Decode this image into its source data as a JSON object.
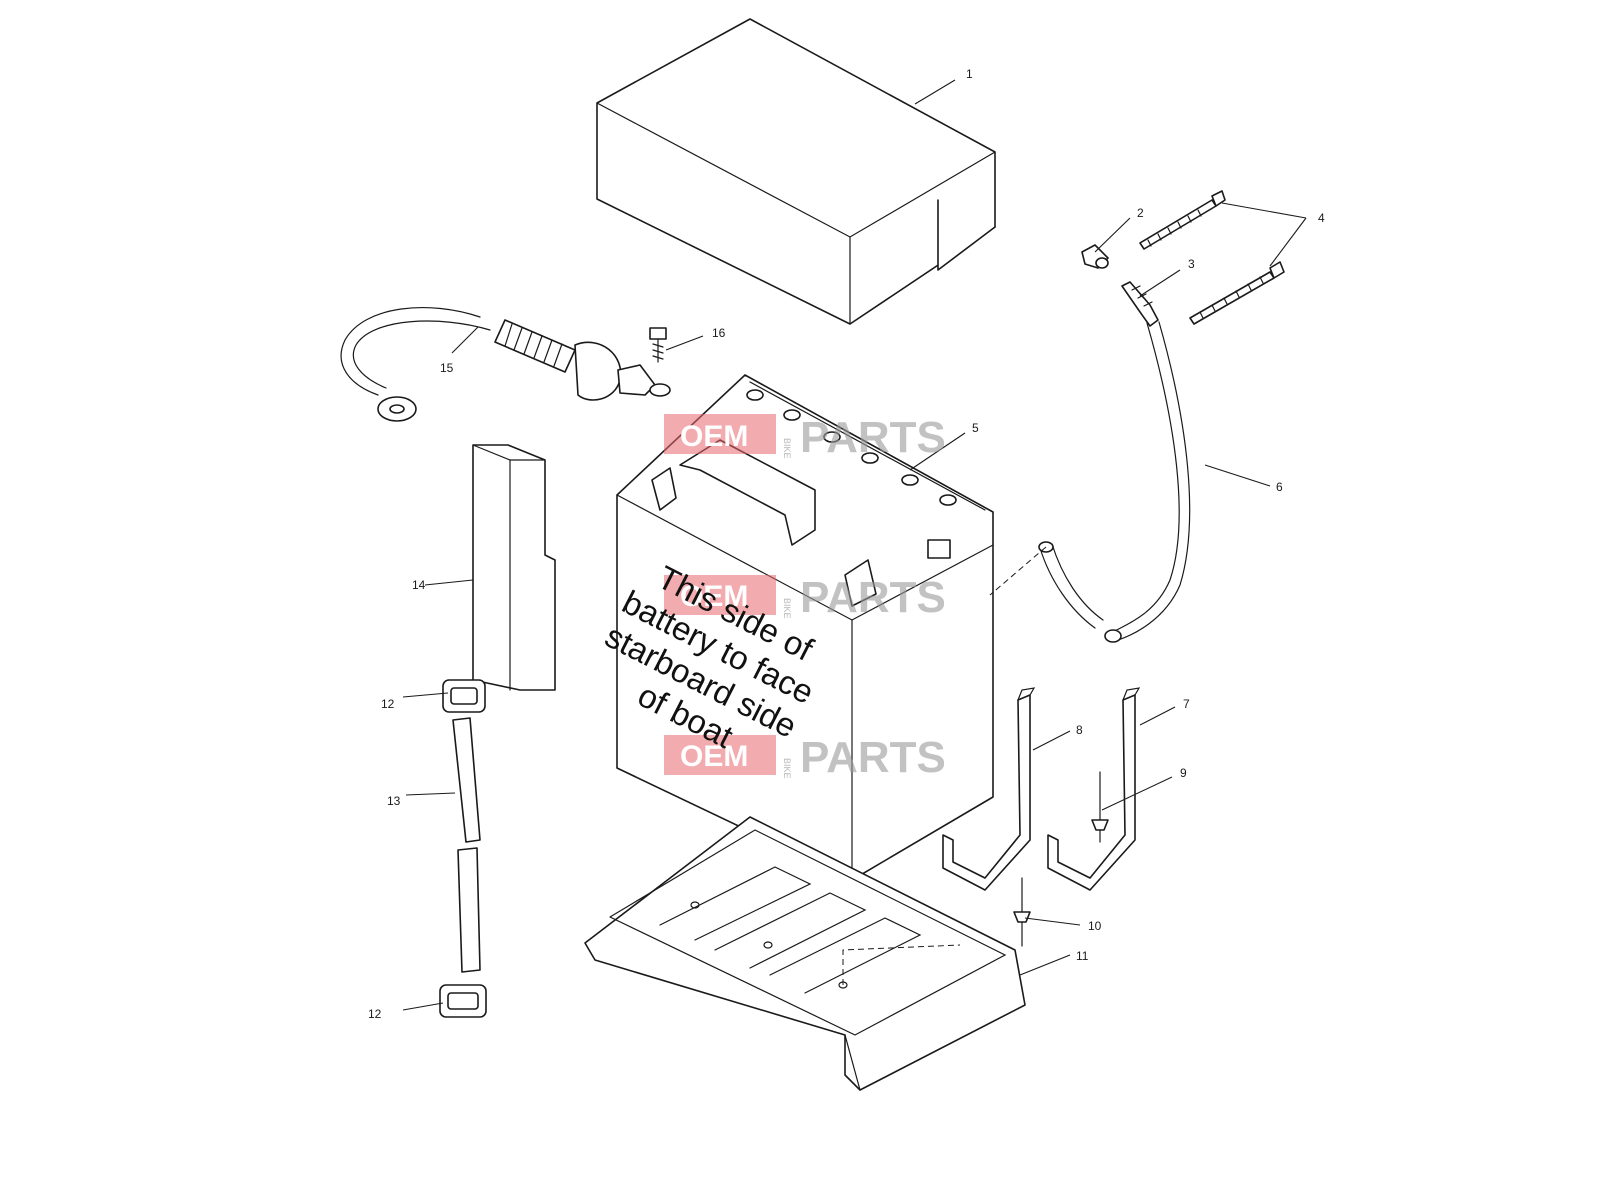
{
  "callouts": {
    "c1": "1",
    "c2": "2",
    "c3": "3",
    "c4": "4",
    "c5": "5",
    "c6": "6",
    "c7": "7",
    "c8": "8",
    "c9": "9",
    "c10": "10",
    "c11": "11",
    "c12a": "12",
    "c12b": "12",
    "c13": "13",
    "c14": "14",
    "c15": "15",
    "c16": "16"
  },
  "battery_note": {
    "line1": "This side of",
    "line2": "battery to face",
    "line3": "starboard side",
    "line4": "of boat"
  },
  "watermark": {
    "left": "OEM",
    "small": "BIKE",
    "right": "PARTS"
  }
}
